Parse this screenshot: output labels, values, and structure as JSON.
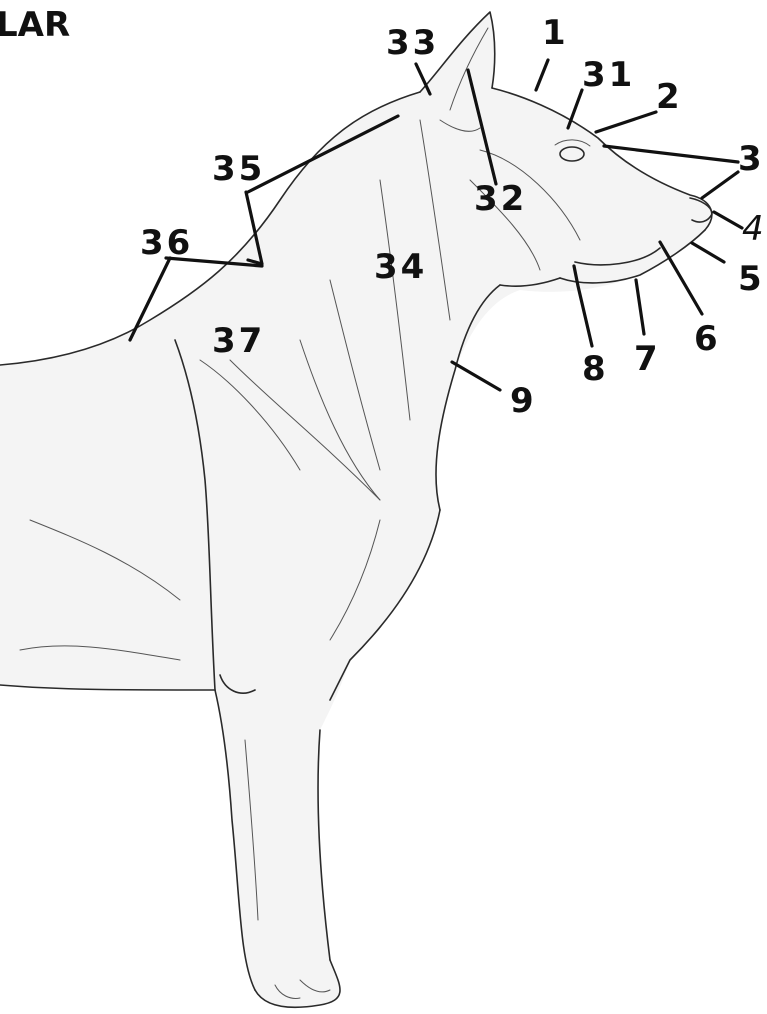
{
  "heading": "LAR",
  "labels": {
    "l1": "1",
    "l2": "2",
    "l3": "3",
    "l4": "4",
    "l5": "5",
    "l6": "6",
    "l7": "7",
    "l8": "8",
    "l9": "9",
    "l31": "31",
    "l32": "32",
    "l33": "33",
    "l34": "34",
    "l35": "35",
    "l36": "36",
    "l37": "37"
  }
}
